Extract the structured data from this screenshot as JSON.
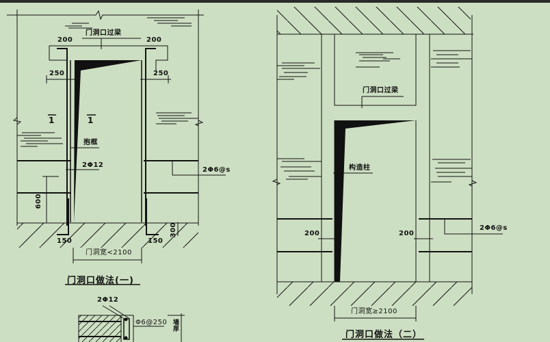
{
  "colors": {
    "background": "#cddfc2",
    "ink": "#111111",
    "top_bar": "#2a2a2a"
  },
  "drawing_1": {
    "title": "门洞口做法(一)",
    "lintel_label": "门洞口过梁",
    "dim_lintel_left": "200",
    "dim_lintel_right": "200",
    "dim_bearing_left": "250",
    "dim_bearing_right": "250",
    "section_mark_left": "1",
    "section_mark_right": "1",
    "frame_label": "抱框",
    "frame_rebar": "2Φ12",
    "tie_rebar": "2Φ6@s",
    "dim_tie_height": "600",
    "dim_anchor_left": "150",
    "dim_anchor_right": "150",
    "dim_embed_depth": "300",
    "opening_width": "门洞宽<2100"
  },
  "section_1_1": {
    "rebar_label": "2Φ12",
    "stirrup_label": "Φ6@250",
    "wall_thickness_label": "墙厚"
  },
  "drawing_2": {
    "title": "门洞口做法（二）",
    "lintel_label": "门洞口过梁",
    "column_label": "构造柱",
    "dim_column_left": "200",
    "dim_column_right": "200",
    "tie_rebar": "2Φ6@s",
    "opening_width": "门洞宽≥2100"
  }
}
